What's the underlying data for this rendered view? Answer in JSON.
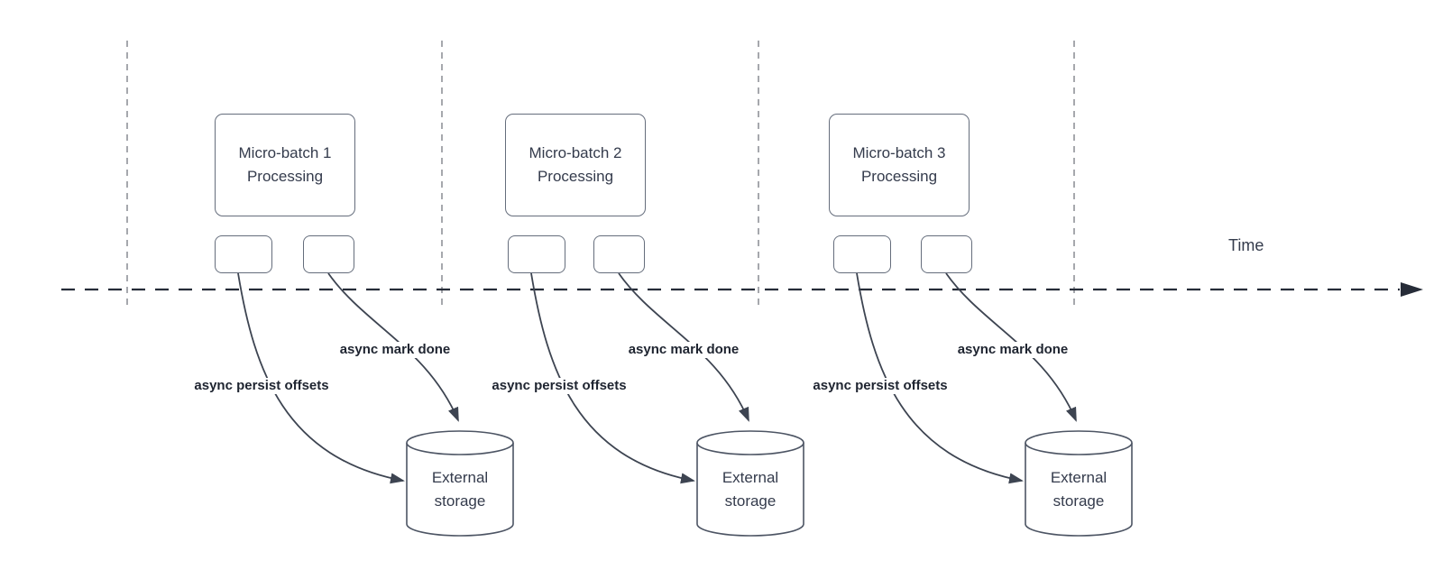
{
  "diagram": {
    "time_axis_label": "Time",
    "groups": [
      {
        "process_label": "Micro-batch 1 Processing",
        "persist_label": "async persist offsets",
        "mark_done_label": "async mark done",
        "storage_label": "External storage"
      },
      {
        "process_label": "Micro-batch 2 Processing",
        "persist_label": "async persist offsets",
        "mark_done_label": "async mark done",
        "storage_label": "External storage"
      },
      {
        "process_label": "Micro-batch 3 Processing",
        "persist_label": "async persist offsets",
        "mark_done_label": "async mark done",
        "storage_label": "External storage"
      }
    ],
    "colors": {
      "axis": "#262c38",
      "connector": "#3d4451",
      "shape_border": "#656d7c",
      "cylinder_border": "#4d5564",
      "divider": "#a6a8ad",
      "text": "#343b4c",
      "label_text": "#1e2430"
    }
  }
}
